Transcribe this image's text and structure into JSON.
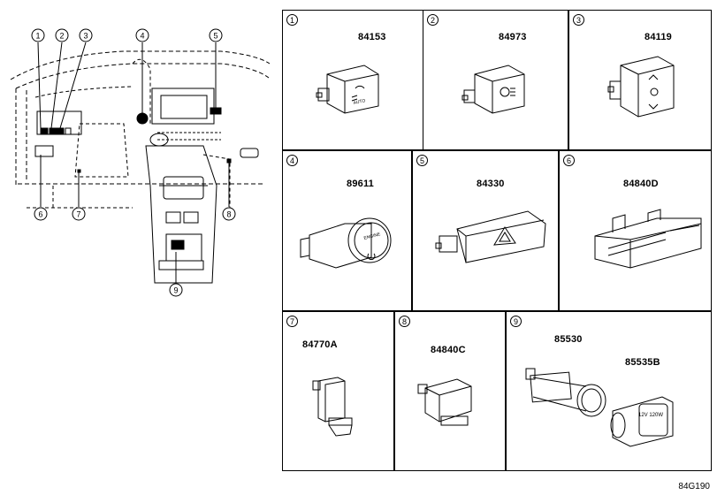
{
  "figure_code": "84G190",
  "callouts": [
    "1",
    "2",
    "3",
    "4",
    "5",
    "6",
    "7",
    "8",
    "9"
  ],
  "panels": [
    {
      "num": "1",
      "part": "84153",
      "glyph": "AUTO"
    },
    {
      "num": "2",
      "part": "84973",
      "glyph": ""
    },
    {
      "num": "3",
      "part": "84119",
      "glyph": ""
    },
    {
      "num": "4",
      "part": "89611",
      "glyph": "ENGINE"
    },
    {
      "num": "5",
      "part": "84330",
      "glyph": ""
    },
    {
      "num": "6",
      "part": "84840D",
      "glyph": ""
    },
    {
      "num": "7",
      "part": "84770A",
      "glyph": ""
    },
    {
      "num": "8",
      "part": "84840C",
      "glyph": ""
    },
    {
      "num": "9",
      "part": "85530",
      "part2": "85535B",
      "glyph": "12V 120W"
    }
  ]
}
